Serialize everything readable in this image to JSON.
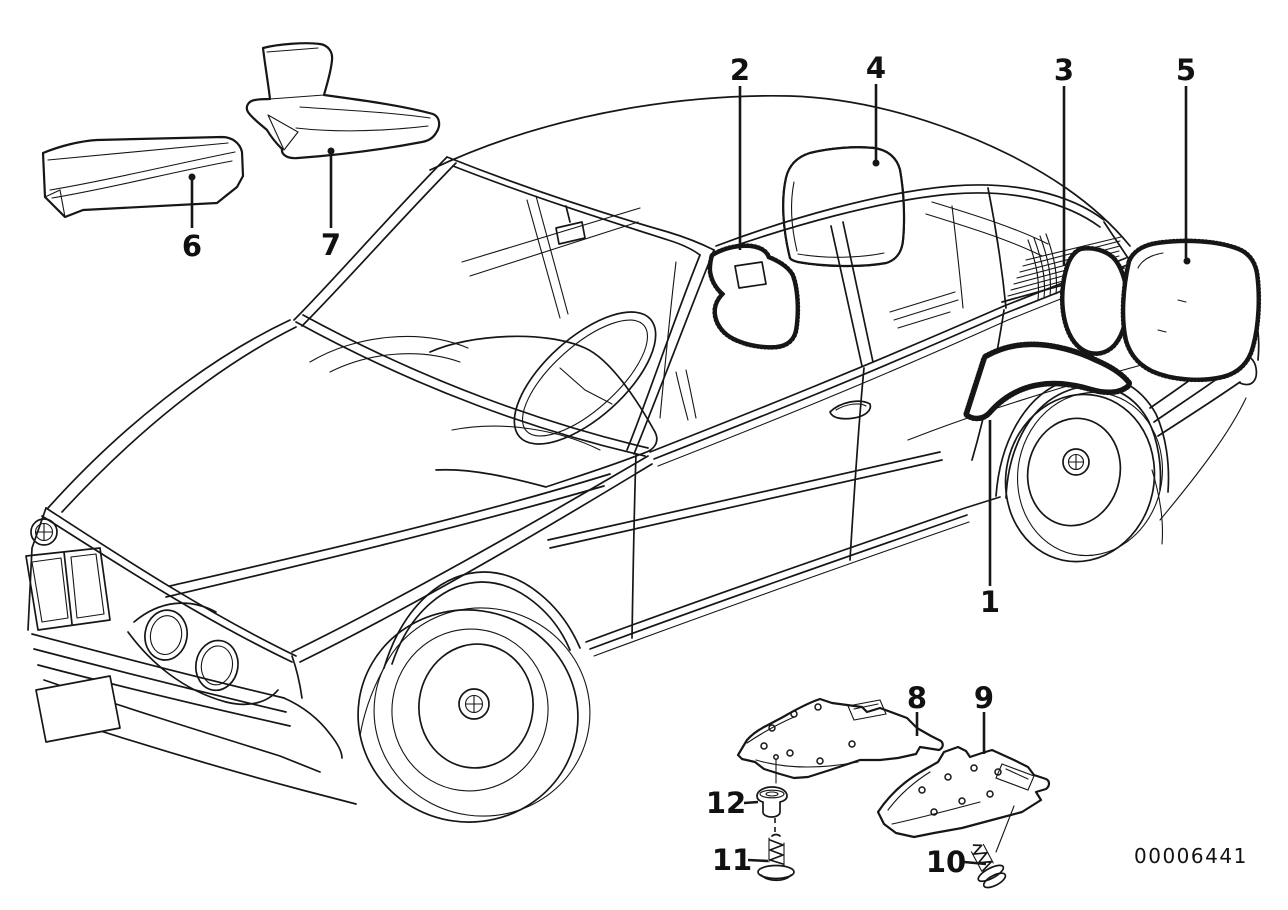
{
  "diagram": {
    "description": "Exploded parts diagram of a sedan with numbered sound-insulation components",
    "code": "00006441",
    "colors": {
      "line": "#161616",
      "background": "#ffffff"
    },
    "callouts": {
      "c1": {
        "label": "1"
      },
      "c2": {
        "label": "2"
      },
      "c3": {
        "label": "3"
      },
      "c4": {
        "label": "4"
      },
      "c5": {
        "label": "5"
      },
      "c6": {
        "label": "6"
      },
      "c7": {
        "label": "7"
      },
      "c8": {
        "label": "8"
      },
      "c9": {
        "label": "9"
      },
      "c10": {
        "label": "10"
      },
      "c11": {
        "label": "11"
      },
      "c12": {
        "label": "12"
      }
    }
  }
}
